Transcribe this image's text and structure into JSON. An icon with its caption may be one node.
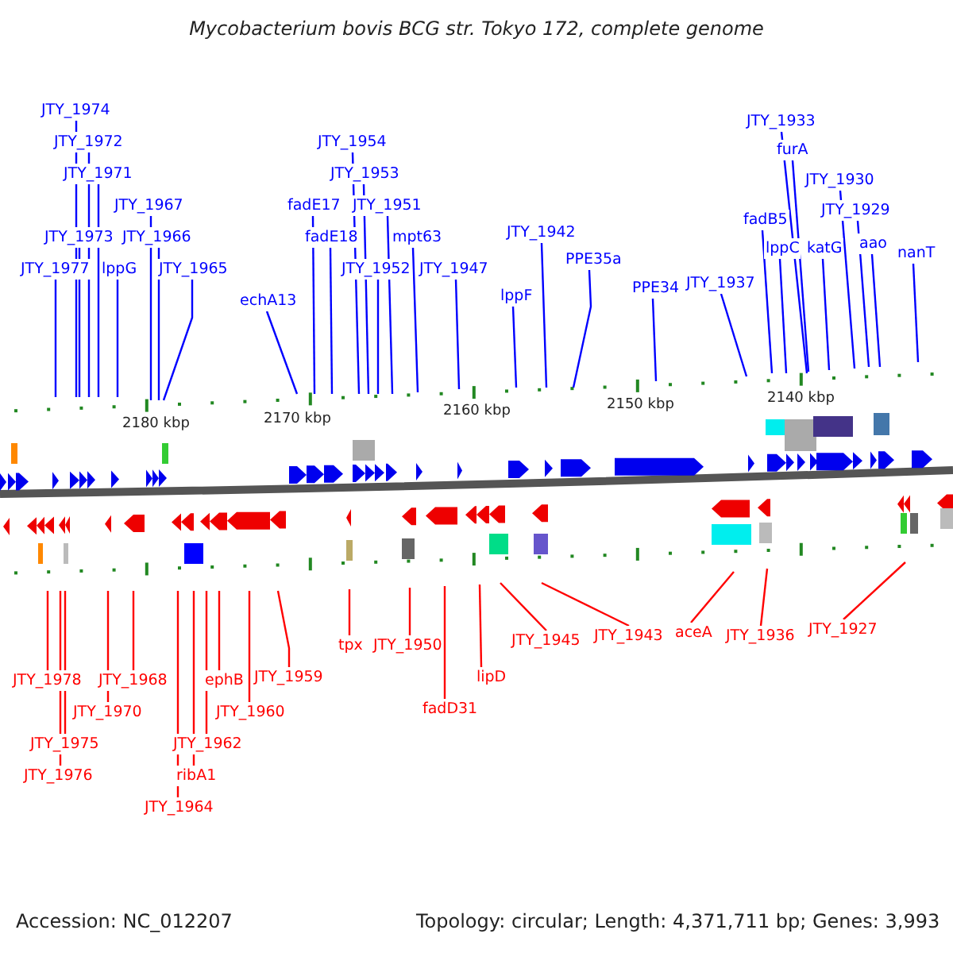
{
  "diagram": {
    "title": "Mycobacterium bovis BCG str. Tokyo 172, complete genome",
    "nodes": [
      {
        "text": [
          "JTY_1974"
        ]
      },
      {
        "text": [
          "JTY_1972"
        ]
      },
      {
        "text": [
          "JTY_1971"
        ]
      },
      {
        "text": [
          "JTY_1967"
        ]
      },
      {
        "text": [
          "JTY_1973"
        ]
      },
      {
        "text": [
          "JTY_1966"
        ]
      },
      {
        "text": [
          "JTY_1977"
        ]
      },
      {
        "text": [
          "lppG"
        ]
      },
      {
        "text": [
          "JTY_1965"
        ]
      },
      {
        "text": [
          "echA13"
        ]
      },
      {
        "text": [
          "JTY_1954"
        ]
      },
      {
        "text": [
          "JTY_1953"
        ]
      },
      {
        "text": [
          "fadE17"
        ]
      },
      {
        "text": [
          "JTY_1951"
        ]
      },
      {
        "text": [
          "fadE18"
        ]
      },
      {
        "text": [
          "mpt63"
        ]
      },
      {
        "text": [
          "JTY_1952"
        ]
      },
      {
        "text": [
          "JTY_1947"
        ]
      },
      {
        "text": [
          "JTY_1942"
        ]
      },
      {
        "text": [
          "PPE35a"
        ]
      },
      {
        "text": [
          "lppF"
        ]
      },
      {
        "text": [
          "PPE34"
        ]
      },
      {
        "text": [
          "JTY_1937"
        ]
      },
      {
        "text": [
          "JTY_1933"
        ]
      },
      {
        "text": [
          "furA"
        ]
      },
      {
        "text": [
          "JTY_1930"
        ]
      },
      {
        "text": [
          "JTY_1929"
        ]
      },
      {
        "text": [
          "fadB5"
        ]
      },
      {
        "text": [
          "lppC"
        ]
      },
      {
        "text": [
          "katG"
        ]
      },
      {
        "text": [
          "aao"
        ]
      },
      {
        "text": [
          "nanT"
        ]
      },
      {
        "text": [
          "JTY_1978"
        ]
      },
      {
        "text": [
          "JTY_1968"
        ]
      },
      {
        "text": [
          "JTY_1970"
        ]
      },
      {
        "text": [
          "JTY_1975"
        ]
      },
      {
        "text": [
          "JTY_1976"
        ]
      },
      {
        "text": [
          "ephB"
        ]
      },
      {
        "text": [
          "JTY_1959"
        ]
      },
      {
        "text": [
          "JTY_1960"
        ]
      },
      {
        "text": [
          "JTY_1962"
        ]
      },
      {
        "text": [
          "ribA1"
        ]
      },
      {
        "text": [
          "JTY_1964"
        ]
      },
      {
        "text": [
          "tpx"
        ]
      },
      {
        "text": [
          "JTY_1950"
        ]
      },
      {
        "text": [
          "fadD31"
        ]
      },
      {
        "text": [
          "lipD"
        ]
      },
      {
        "text": [
          "JTY_1945"
        ]
      },
      {
        "text": [
          "JTY_1943"
        ]
      },
      {
        "text": [
          "aceA"
        ]
      },
      {
        "text": [
          "JTY_1936"
        ]
      },
      {
        "text": [
          "JTY_1927"
        ]
      }
    ],
    "edges": [
      {
        "from": 0,
        "to": null,
        "arrow": "none"
      },
      {
        "from": 1,
        "to": null,
        "arrow": "none"
      },
      {
        "from": 2,
        "to": null,
        "arrow": "none"
      },
      {
        "from": 3,
        "to": null,
        "arrow": "none"
      },
      {
        "from": 4,
        "to": null,
        "arrow": "none"
      },
      {
        "from": 5,
        "to": null,
        "arrow": "none"
      },
      {
        "from": 6,
        "to": null,
        "arrow": "none"
      },
      {
        "from": 7,
        "to": null,
        "arrow": "none"
      },
      {
        "from": 8,
        "to": null,
        "arrow": "none"
      },
      {
        "from": 9,
        "to": null,
        "arrow": "none"
      },
      {
        "from": 10,
        "to": null,
        "arrow": "none"
      },
      {
        "from": 11,
        "to": null,
        "arrow": "none"
      },
      {
        "from": 12,
        "to": null,
        "arrow": "none"
      },
      {
        "from": 13,
        "to": null,
        "arrow": "none"
      },
      {
        "from": 14,
        "to": null,
        "arrow": "none"
      },
      {
        "from": 15,
        "to": null,
        "arrow": "none"
      },
      {
        "from": 16,
        "to": null,
        "arrow": "none"
      },
      {
        "from": 17,
        "to": null,
        "arrow": "none"
      },
      {
        "from": 18,
        "to": null,
        "arrow": "none"
      },
      {
        "from": 19,
        "to": null,
        "arrow": "none"
      },
      {
        "from": 20,
        "to": null,
        "arrow": "none"
      },
      {
        "from": 21,
        "to": null,
        "arrow": "none"
      },
      {
        "from": 22,
        "to": null,
        "arrow": "none"
      },
      {
        "from": 23,
        "to": null,
        "arrow": "none"
      },
      {
        "from": 24,
        "to": null,
        "arrow": "none"
      },
      {
        "from": 25,
        "to": null,
        "arrow": "none"
      },
      {
        "from": 26,
        "to": null,
        "arrow": "none"
      },
      {
        "from": 27,
        "to": null,
        "arrow": "none"
      },
      {
        "from": 28,
        "to": null,
        "arrow": "none"
      },
      {
        "from": 29,
        "to": null,
        "arrow": "none"
      },
      {
        "from": 30,
        "to": null,
        "arrow": "none"
      },
      {
        "from": 31,
        "to": null,
        "arrow": "none"
      },
      {
        "from": 32,
        "to": null,
        "arrow": "none",
        "color": "#ff0000"
      },
      {
        "from": 33,
        "to": null,
        "arrow": "none",
        "color": "#ff0000"
      },
      {
        "from": 34,
        "to": null,
        "arrow": "none",
        "color": "#ff0000"
      },
      {
        "from": 35,
        "to": null,
        "arrow": "none",
        "color": "#ff0000"
      },
      {
        "from": 36,
        "to": null,
        "arrow": "none",
        "color": "#ff0000"
      },
      {
        "from": 37,
        "to": null,
        "arrow": "none",
        "color": "#ff0000"
      },
      {
        "from": 38,
        "to": null,
        "arrow": "none",
        "color": "#ff0000"
      },
      {
        "from": 39,
        "to": null,
        "arrow": "none",
        "color": "#ff0000"
      },
      {
        "from": 40,
        "to": null,
        "arrow": "none",
        "color": "#ff0000"
      },
      {
        "from": 41,
        "to": null,
        "arrow": "none",
        "color": "#ff0000"
      },
      {
        "from": 42,
        "to": null,
        "arrow": "none",
        "color": "#ff0000"
      },
      {
        "from": 43,
        "to": null,
        "arrow": "none",
        "color": "#ff0000"
      },
      {
        "from": 44,
        "to": null,
        "arrow": "none",
        "color": "#ff0000"
      },
      {
        "from": 45,
        "to": null,
        "arrow": "none",
        "color": "#ff0000"
      },
      {
        "from": 46,
        "to": null,
        "arrow": "none",
        "color": "#ff0000"
      },
      {
        "from": 47,
        "to": null,
        "arrow": "none",
        "color": "#ff0000"
      },
      {
        "from": 48,
        "to": null,
        "arrow": "none",
        "color": "#ff0000"
      },
      {
        "from": 49,
        "to": null,
        "arrow": "none",
        "color": "#ff0000"
      },
      {
        "from": 50,
        "to": null,
        "arrow": "none",
        "color": "#ff0000"
      },
      {
        "from": 51,
        "to": null,
        "arrow": "none",
        "color": "#ff0000"
      }
    ],
    "labels": [
      "2180 kbp",
      "2170 kbp",
      "2160 kbp",
      "2150 kbp",
      "2140 kbp",
      "Accession: NC_012207",
      "Topology: circular; Length: 4,371,711 bp; Genes: 3,993"
    ]
  }
}
